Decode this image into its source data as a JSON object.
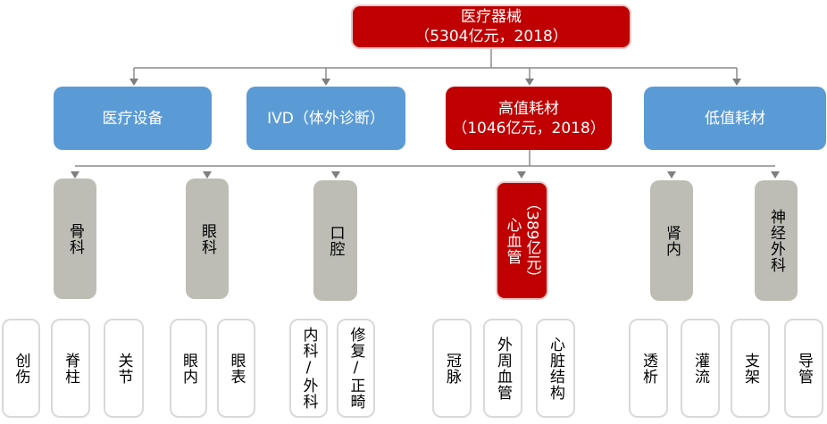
{
  "root": {
    "title": "医疗器械",
    "value": "（5304亿元，2018）"
  },
  "level2": [
    {
      "label": "医疗设备"
    },
    {
      "label": "IVD（体外诊断）"
    },
    {
      "label": "高值耗材",
      "value": "（1046亿元，2018）"
    },
    {
      "label": "低值耗材"
    }
  ],
  "level3": [
    {
      "label": "骨科"
    },
    {
      "label": "眼科"
    },
    {
      "label": "口腔"
    },
    {
      "label": "心血管",
      "value": "（389亿元）"
    },
    {
      "label": "肾内"
    },
    {
      "label": "神经外科"
    }
  ],
  "level4": [
    "创伤",
    "脊柱",
    "关节",
    "眼内",
    "眼表",
    "内科/外科",
    "修复/正畸",
    "冠脉",
    "外周血管",
    "心脏结构",
    "透析",
    "灌流",
    "支架",
    "导管"
  ],
  "colors": {
    "highlight": "#C00000",
    "primary": "#5B9BD5",
    "category": "#BDBDB5",
    "connector": "#7f7f7f"
  }
}
